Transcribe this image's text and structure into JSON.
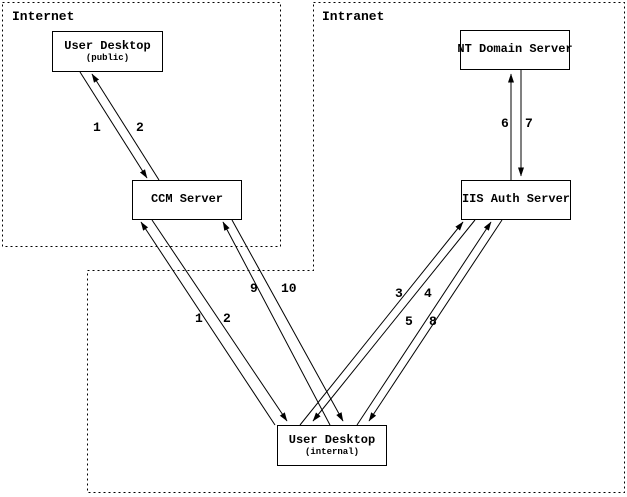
{
  "diagram": {
    "regions": [
      {
        "id": "internet",
        "label": "Internet"
      },
      {
        "id": "intranet",
        "label": "Intranet"
      }
    ],
    "nodes": [
      {
        "id": "user-desktop-public",
        "title": "User Desktop",
        "subtitle": "(public)",
        "region": "Internet"
      },
      {
        "id": "ccm-server",
        "title": "CCM Server",
        "region": "Internet"
      },
      {
        "id": "nt-domain-server",
        "title": "NT Domain Server",
        "region": "Intranet"
      },
      {
        "id": "iis-auth-server",
        "title": "IIS Auth Server",
        "region": "Intranet"
      },
      {
        "id": "user-desktop-internal",
        "title": "User Desktop",
        "subtitle": "(internal)",
        "region": "Intranet"
      }
    ],
    "edges": [
      {
        "label": "1",
        "from": "User Desktop (public)",
        "to": "CCM Server"
      },
      {
        "label": "2",
        "from": "CCM Server",
        "to": "User Desktop (public)"
      },
      {
        "label": "1",
        "from": "User Desktop (internal)",
        "to": "CCM Server"
      },
      {
        "label": "2",
        "from": "CCM Server",
        "to": "User Desktop (internal)"
      },
      {
        "label": "3",
        "from": "User Desktop (internal)",
        "to": "IIS Auth Server"
      },
      {
        "label": "4",
        "from": "IIS Auth Server",
        "to": "User Desktop (internal)"
      },
      {
        "label": "5",
        "from": "User Desktop (internal)",
        "to": "IIS Auth Server"
      },
      {
        "label": "6",
        "from": "IIS Auth Server",
        "to": "NT Domain Server"
      },
      {
        "label": "7",
        "from": "NT Domain Server",
        "to": "IIS Auth Server"
      },
      {
        "label": "8",
        "from": "IIS Auth Server",
        "to": "User Desktop (internal)"
      },
      {
        "label": "9",
        "from": "User Desktop (internal)",
        "to": "CCM Server"
      },
      {
        "label": "10",
        "from": "CCM Server",
        "to": "User Desktop (internal)"
      }
    ],
    "colors": {
      "line": "#000000",
      "background": "#ffffff"
    }
  }
}
